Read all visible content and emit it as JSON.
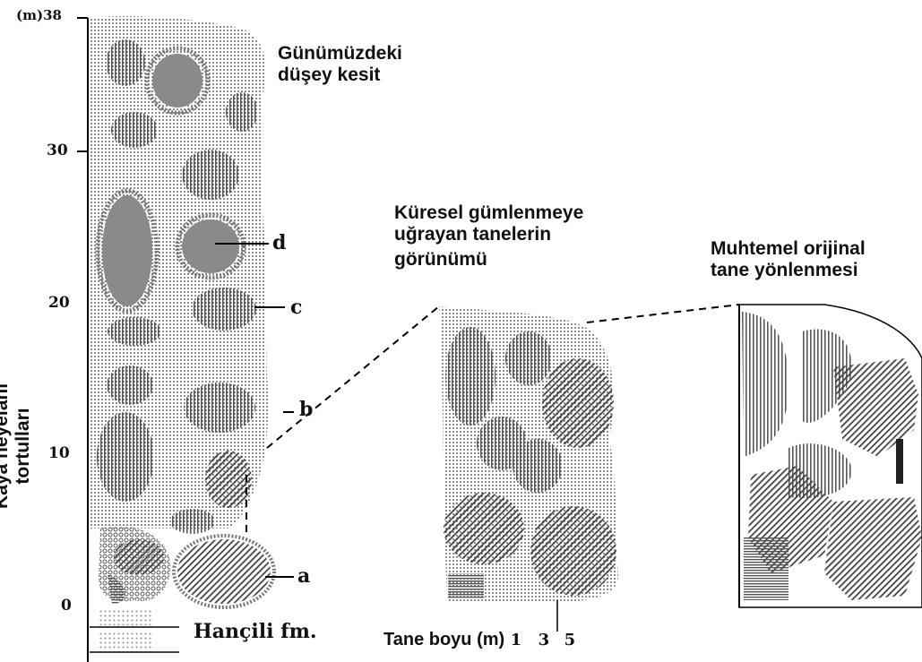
{
  "y_axis": {
    "title": "Kaya heyelanı tortulları",
    "top_label": "(m)38",
    "ticks": [
      "30",
      "20",
      "10",
      "0"
    ]
  },
  "titles": {
    "section": [
      "Günümüzdeki",
      "düşey kesit"
    ],
    "spherical": [
      "Küresel gümlenmeye",
      "uğrayan tanelerin",
      "görünümü"
    ],
    "original": [
      "Muhtemel orijinal",
      "tane yönlenmesi"
    ]
  },
  "markers": [
    "a",
    "b",
    "c",
    "d"
  ],
  "formation_label": "Hançili fm.",
  "grain_size": {
    "label": "Tane boyu (m)",
    "ticks": [
      "1",
      "3",
      "5"
    ]
  },
  "pattern_colors": {
    "matrix": "#8a8a8a",
    "clast_dark": "#555555",
    "clast_mid": "#777777",
    "line": "#222222"
  }
}
